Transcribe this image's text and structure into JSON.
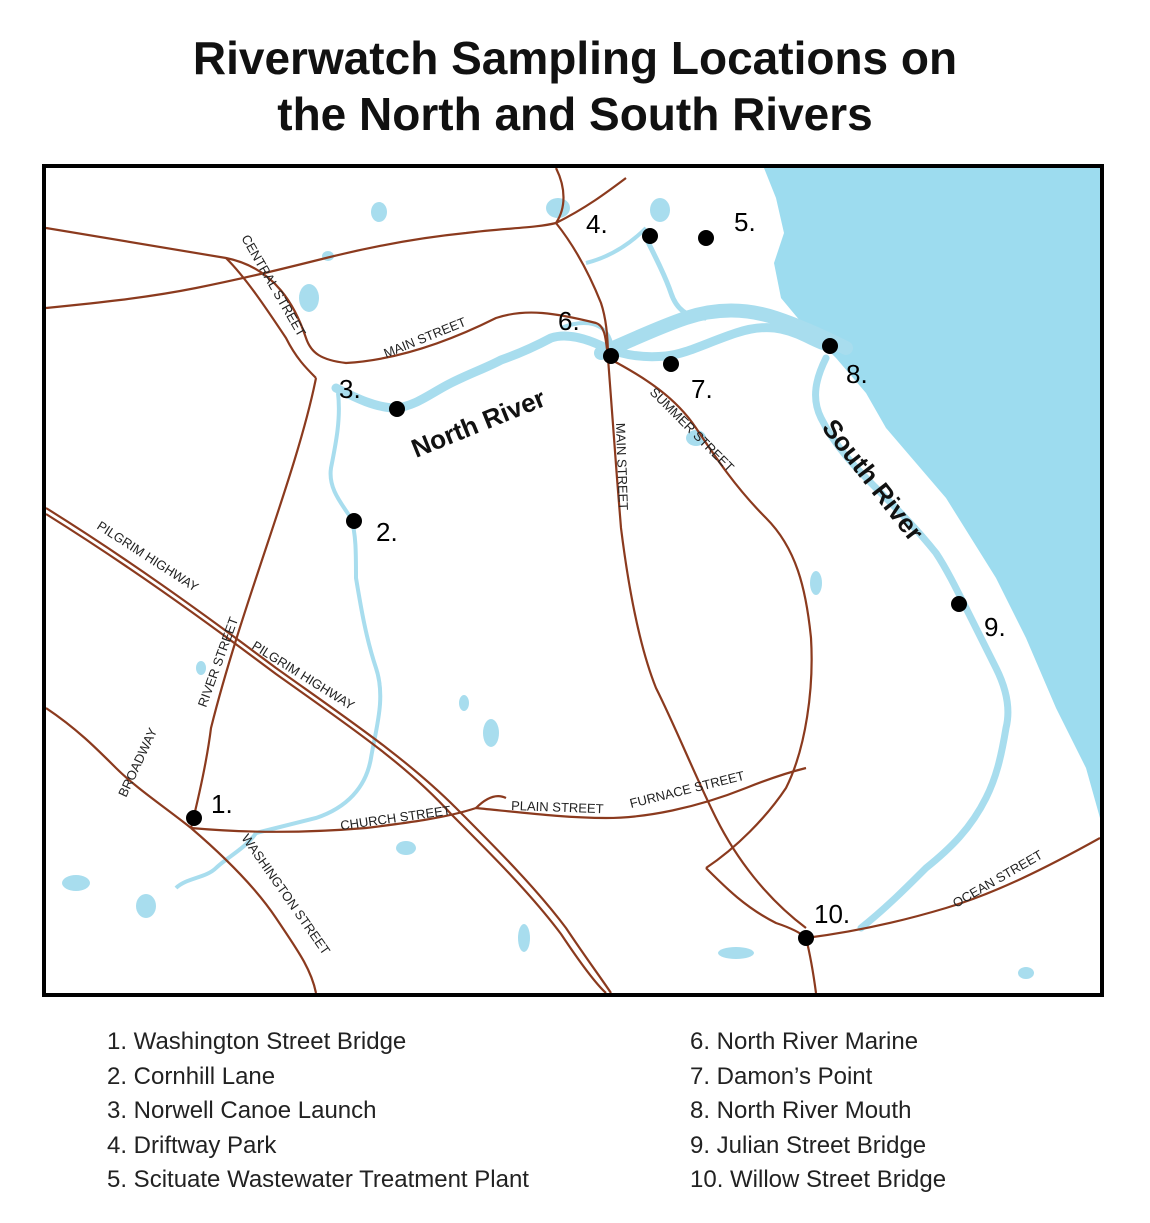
{
  "title": {
    "line1": "Riverwatch Sampling Locations on",
    "line2": "the North and South Rivers"
  },
  "map": {
    "colors": {
      "ocean": "#9ddcef",
      "water": "#a8ddee",
      "road": "#8b3a1e",
      "site": "#000000"
    },
    "rivers": {
      "north": "North River",
      "south": "South River"
    },
    "roads": {
      "central_street": "CENTRAL STREET",
      "main_street_north": "MAIN STREET",
      "main_street_south": "MAIN STREET",
      "summer_street": "SUMMER STREET",
      "pilgrim_highway_1": "PILGRIM HIGHWAY",
      "pilgrim_highway_2": "PILGRIM HIGHWAY",
      "river_street": "RIVER STREET",
      "broadway": "BROADWAY",
      "church_street": "CHURCH STREET",
      "plain_street": "PLAIN STREET",
      "furnace_street": "FURNACE STREET",
      "washington_street": "WASHINGTON STREET",
      "ocean_street": "OCEAN STREET"
    },
    "sites": [
      "1.",
      "2.",
      "3.",
      "4.",
      "5.",
      "6.",
      "7.",
      "8.",
      "9.",
      "10."
    ]
  },
  "legend": {
    "left": [
      "1. Washington Street Bridge",
      "2. Cornhill Lane",
      "3. Norwell Canoe Launch",
      "4. Driftway Park",
      "5. Scituate Wastewater Treatment Plant"
    ],
    "right": [
      "6. North River Marine",
      "7. Damon’s Point",
      "8. North River Mouth",
      "9. Julian Street Bridge",
      "10. Willow Street Bridge"
    ]
  }
}
